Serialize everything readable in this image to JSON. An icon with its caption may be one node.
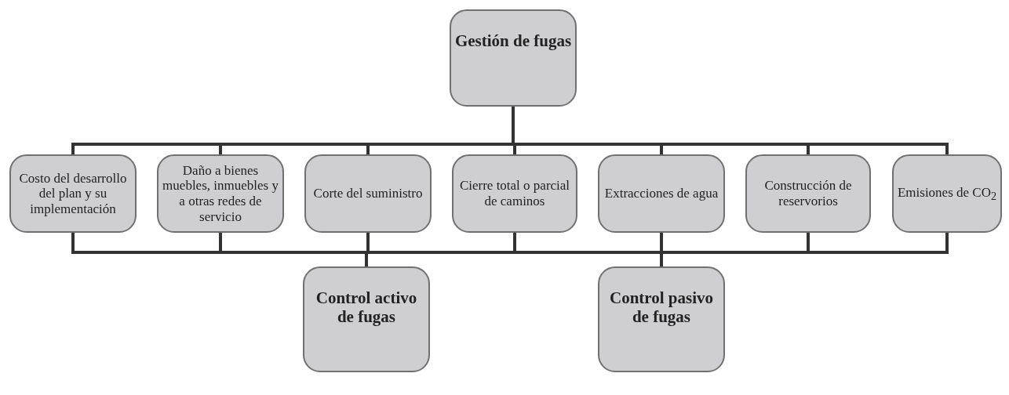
{
  "diagram": {
    "nodes": [
      {
        "text": [
          "Gestión de fugas"
        ]
      },
      {
        "text": [
          "Costo del desarrollo del plan y su implementación"
        ]
      },
      {
        "text": [
          "Daño a bienes muebles, inmuebles y a otras redes de servicio"
        ]
      },
      {
        "text": [
          "Corte del suministro"
        ]
      },
      {
        "text": [
          "Cierre total o parcial de caminos"
        ]
      },
      {
        "text": [
          "Extracciones de agua"
        ]
      },
      {
        "text": [
          "Construcción de reservorios"
        ]
      },
      {
        "text": [
          "Emisiones de CO$_{2}$"
        ]
      },
      {
        "text": [
          "Control activo de fugas"
        ]
      },
      {
        "text": [
          "Control pasivo de fugas"
        ]
      }
    ],
    "edges": [
      {
        "from": 0,
        "to": 1,
        "arrow": "none"
      },
      {
        "from": 0,
        "to": 2,
        "arrow": "none"
      },
      {
        "from": 0,
        "to": 3,
        "arrow": "none"
      },
      {
        "from": 0,
        "to": 4,
        "arrow": "none"
      },
      {
        "from": 0,
        "to": 5,
        "arrow": "none"
      },
      {
        "from": 0,
        "to": 6,
        "arrow": "none"
      },
      {
        "from": 0,
        "to": 7,
        "arrow": "none"
      },
      {
        "from": 1,
        "to": 8,
        "arrow": "none"
      },
      {
        "from": 2,
        "to": 8,
        "arrow": "none"
      },
      {
        "from": 3,
        "to": 8,
        "arrow": "none"
      },
      {
        "from": 4,
        "to": 8,
        "arrow": "none"
      },
      {
        "from": 5,
        "to": 8,
        "arrow": "none"
      },
      {
        "from": 6,
        "to": 8,
        "arrow": "none"
      },
      {
        "from": 7,
        "to": 8,
        "arrow": "none"
      },
      {
        "from": 1,
        "to": 9,
        "arrow": "none"
      },
      {
        "from": 2,
        "to": 9,
        "arrow": "none"
      },
      {
        "from": 3,
        "to": 9,
        "arrow": "none"
      },
      {
        "from": 4,
        "to": 9,
        "arrow": "none"
      },
      {
        "from": 5,
        "to": 9,
        "arrow": "none"
      },
      {
        "from": 6,
        "to": 9,
        "arrow": "none"
      },
      {
        "from": 7,
        "to": 9,
        "arrow": "none"
      }
    ]
  }
}
